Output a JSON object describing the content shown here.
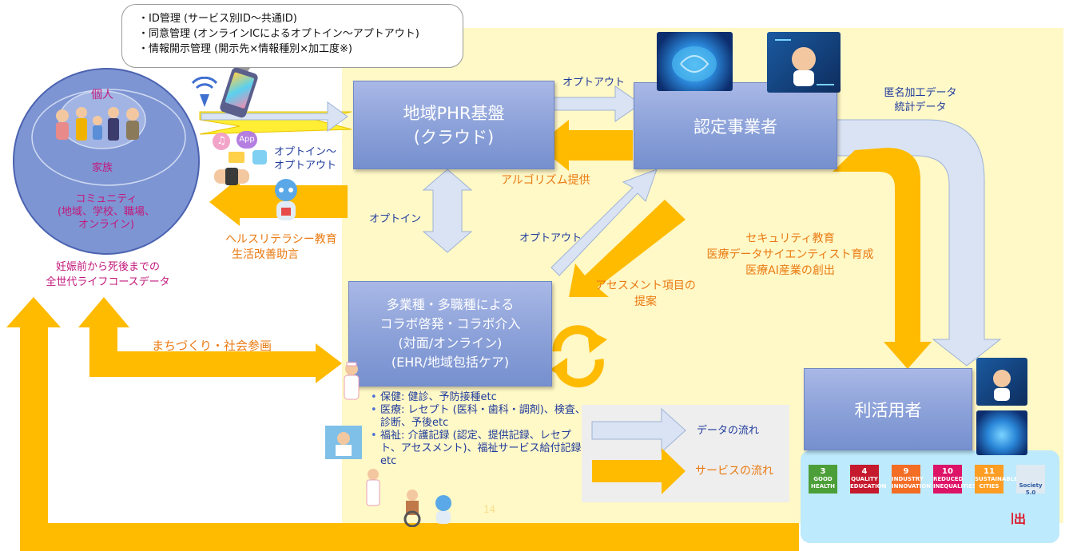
{
  "callout": {
    "lines": [
      "・ID管理 (サービス別ID～共通ID)",
      "・同意管理 (オンラインICによるオプトイン～アプトアウト)",
      "・情報開示管理 (開示先×情報種別×加工度※)"
    ]
  },
  "community": {
    "individual": "個人",
    "family": "家族",
    "community_lines": [
      "コミュニティ",
      "(地域、学校、職場、",
      "オンライン)"
    ],
    "lifecourse_lines": [
      "妊娠前から死後までの",
      "全世代ライフコースデータ"
    ]
  },
  "phr": {
    "lines": [
      "地域PHR基盤",
      "(クラウド)"
    ]
  },
  "certified": {
    "label": "認定事業者"
  },
  "user": {
    "label": "利活用者"
  },
  "collab": {
    "lines": [
      "多業種・多職種による",
      "コラボ啓発・コラボ介入",
      "(対面/オンライン)",
      "(EHR/地域包括ケア)"
    ]
  },
  "labels": {
    "optout_top": "オプトアウト",
    "anon_data": [
      "匿名加工データ",
      "統計データ"
    ],
    "optin_optout": [
      "オプトイン～",
      "オプトアウト"
    ],
    "algorithm": "アルゴリズム提供",
    "optin": "オプトイン",
    "optout_mid": "オプトアウト",
    "assessment": [
      "アセスメント項目の",
      "提案"
    ],
    "health_literacy": [
      "ヘルスリテラシー教育",
      "生活改善助言"
    ],
    "security": [
      "セキュリティ教育",
      "医療データサイエンティスト育成",
      "医療AI産業の創出"
    ],
    "machizukuri": "まちづくり・社会参画",
    "page_number": "14",
    "creation": "創出",
    "app_icon": "App"
  },
  "services": [
    "保健: 健診、予防接種etc",
    "医療: レセプト (医科・歯科・調剤)、検査、診断、予後etc",
    "福祉: 介護記録 (認定、提供記録、レセプト、アセスメント)、福祉サービス給付記録etc"
  ],
  "legend": {
    "data_flow": "データの流れ",
    "service_flow": "サービスの流れ"
  },
  "sdgs": [
    {
      "num": "3",
      "text": "GOOD HEALTH",
      "color": "#4c9f38"
    },
    {
      "num": "4",
      "text": "QUALITY EDUCATION",
      "color": "#c5192d"
    },
    {
      "num": "9",
      "text": "INDUSTRY INNOVATION",
      "color": "#f36d25"
    },
    {
      "num": "10",
      "text": "REDUCED INEQUALITIES",
      "color": "#dd1367"
    },
    {
      "num": "11",
      "text": "SUSTAINABLE CITIES",
      "color": "#fd9d24"
    },
    {
      "num": "",
      "text": "Society 5.0",
      "color": "#dfe9f2"
    }
  ],
  "colors": {
    "yellow_bg": "#fff8c7",
    "orange_arrow": "#ffbb00",
    "blue_box": "#8ea3db",
    "data_arrow": "#dae3f3"
  }
}
